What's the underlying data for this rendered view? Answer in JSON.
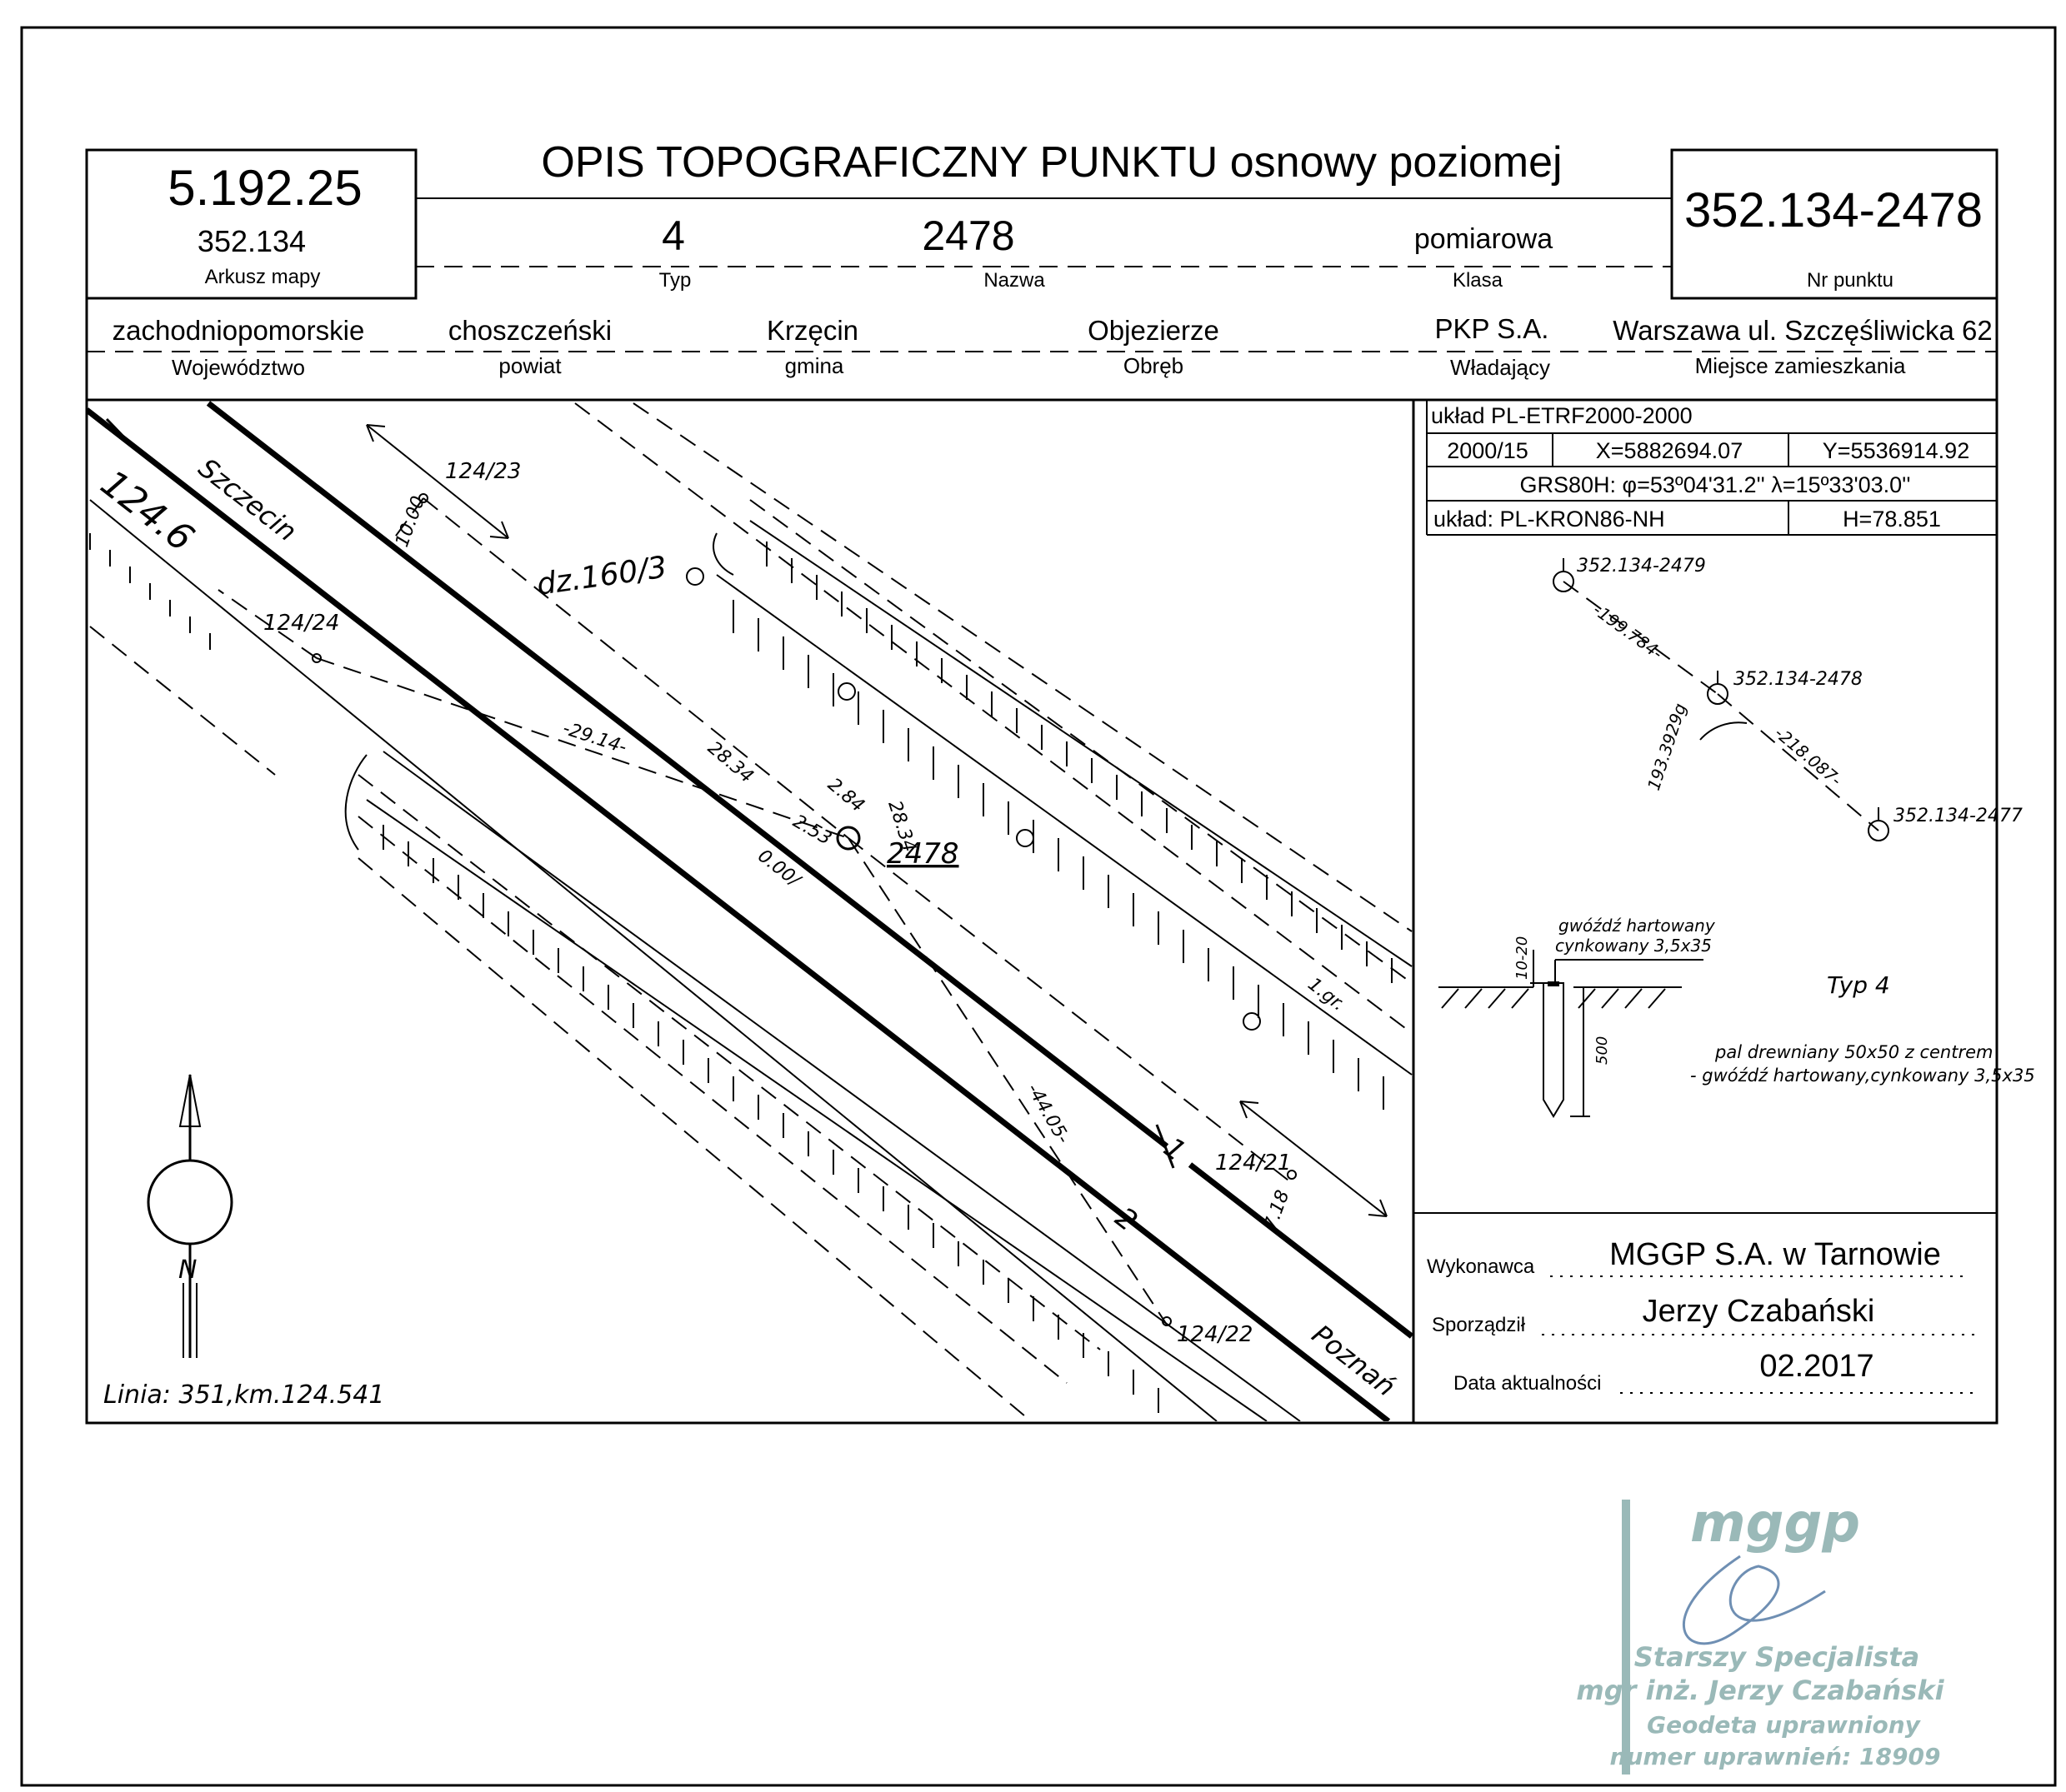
{
  "header": {
    "title": "OPIS TOPOGRAFICZNY PUNKTU osnowy poziomej",
    "sheet_number": "5.192.25",
    "sheet_sub": "352.134",
    "sheet_label": "Arkusz mapy",
    "type_value": "4",
    "type_label": "Typ",
    "name_value": "2478",
    "name_label": "Nazwa",
    "class_value": "pomiarowa",
    "class_label": "Klasa",
    "point_number": "352.134-2478",
    "point_label": "Nr punktu"
  },
  "admin": {
    "voivodeship_value": "zachodniopomorskie",
    "voivodeship_label": "Województwo",
    "county_value": "choszczeński",
    "county_label": "powiat",
    "commune_value": "Krzęcin",
    "commune_label": "gmina",
    "precinct_value": "Objezierze",
    "precinct_label": "Obręb",
    "owner_value": "PKP S.A.",
    "owner_label": "Władający",
    "residence_value": "Warszawa ul. Szczęśliwicka 62",
    "residence_label": "Miejsce zamieszkania"
  },
  "coords": {
    "system": "układ PL-ETRF2000-2000",
    "zone": "2000/15",
    "x": "X=5882694.07",
    "y": "Y=5536914.92",
    "grs": "GRS80H: φ=53º04'31.2'' λ=15º33'03.0''",
    "height_system": "układ: PL-KRON86-NH",
    "height": "H=78.851"
  },
  "sketch": {
    "km_label": "124.6",
    "szczecin": "Szczecin",
    "poznan": "Poznań",
    "parcel": "dz.160/3",
    "point_label": "2478",
    "line_info": "Linia: 351,km.124.541",
    "m_124_23": "124/23",
    "m_124_24": "124/24",
    "m_124_21": "124/21",
    "m_124_22": "124/22",
    "d_1000": "10.00",
    "d_2914": "-29.14-",
    "d_2834": "28.34",
    "d_284": "2.84",
    "d_253": "2.53",
    "d_2834b": "28.34",
    "d_0001": "0.00/",
    "d_4405": "-44.05-",
    "d_718": "7.18",
    "d_1gr": "1.gr.",
    "track_1": "1",
    "track_2": "2",
    "north_label": "N"
  },
  "network": {
    "p1": "352.134-2479",
    "p2": "352.134-2478",
    "p3": "352.134-2477",
    "d1": "-199.784-",
    "d2": "-218.087-",
    "angle": "193.3929g"
  },
  "marker": {
    "nail_line1": "gwóźdź hartowany",
    "nail_line2": "cynkowany 3,5x35",
    "depth_small": "10-20",
    "depth": "500",
    "type": "Typ 4",
    "desc_line1": "pal drewniany 50x50 z centrem",
    "desc_line2": "- gwóźdź hartowany,cynkowany 3,5x35"
  },
  "footer": {
    "contractor_label": "Wykonawca",
    "contractor_value": "MGGP S.A.  w Tarnowie",
    "author_label": "Sporządził",
    "author_value": "Jerzy Czabański",
    "date_label": "Data aktualności",
    "date_value": "02.2017"
  },
  "stamp": {
    "logo": "mggp",
    "line1": "Starszy Specjalista",
    "line2": "mgr inż. Jerzy Czabański",
    "line3": "Geodeta uprawniony",
    "line4": "numer uprawnień: 18909"
  }
}
